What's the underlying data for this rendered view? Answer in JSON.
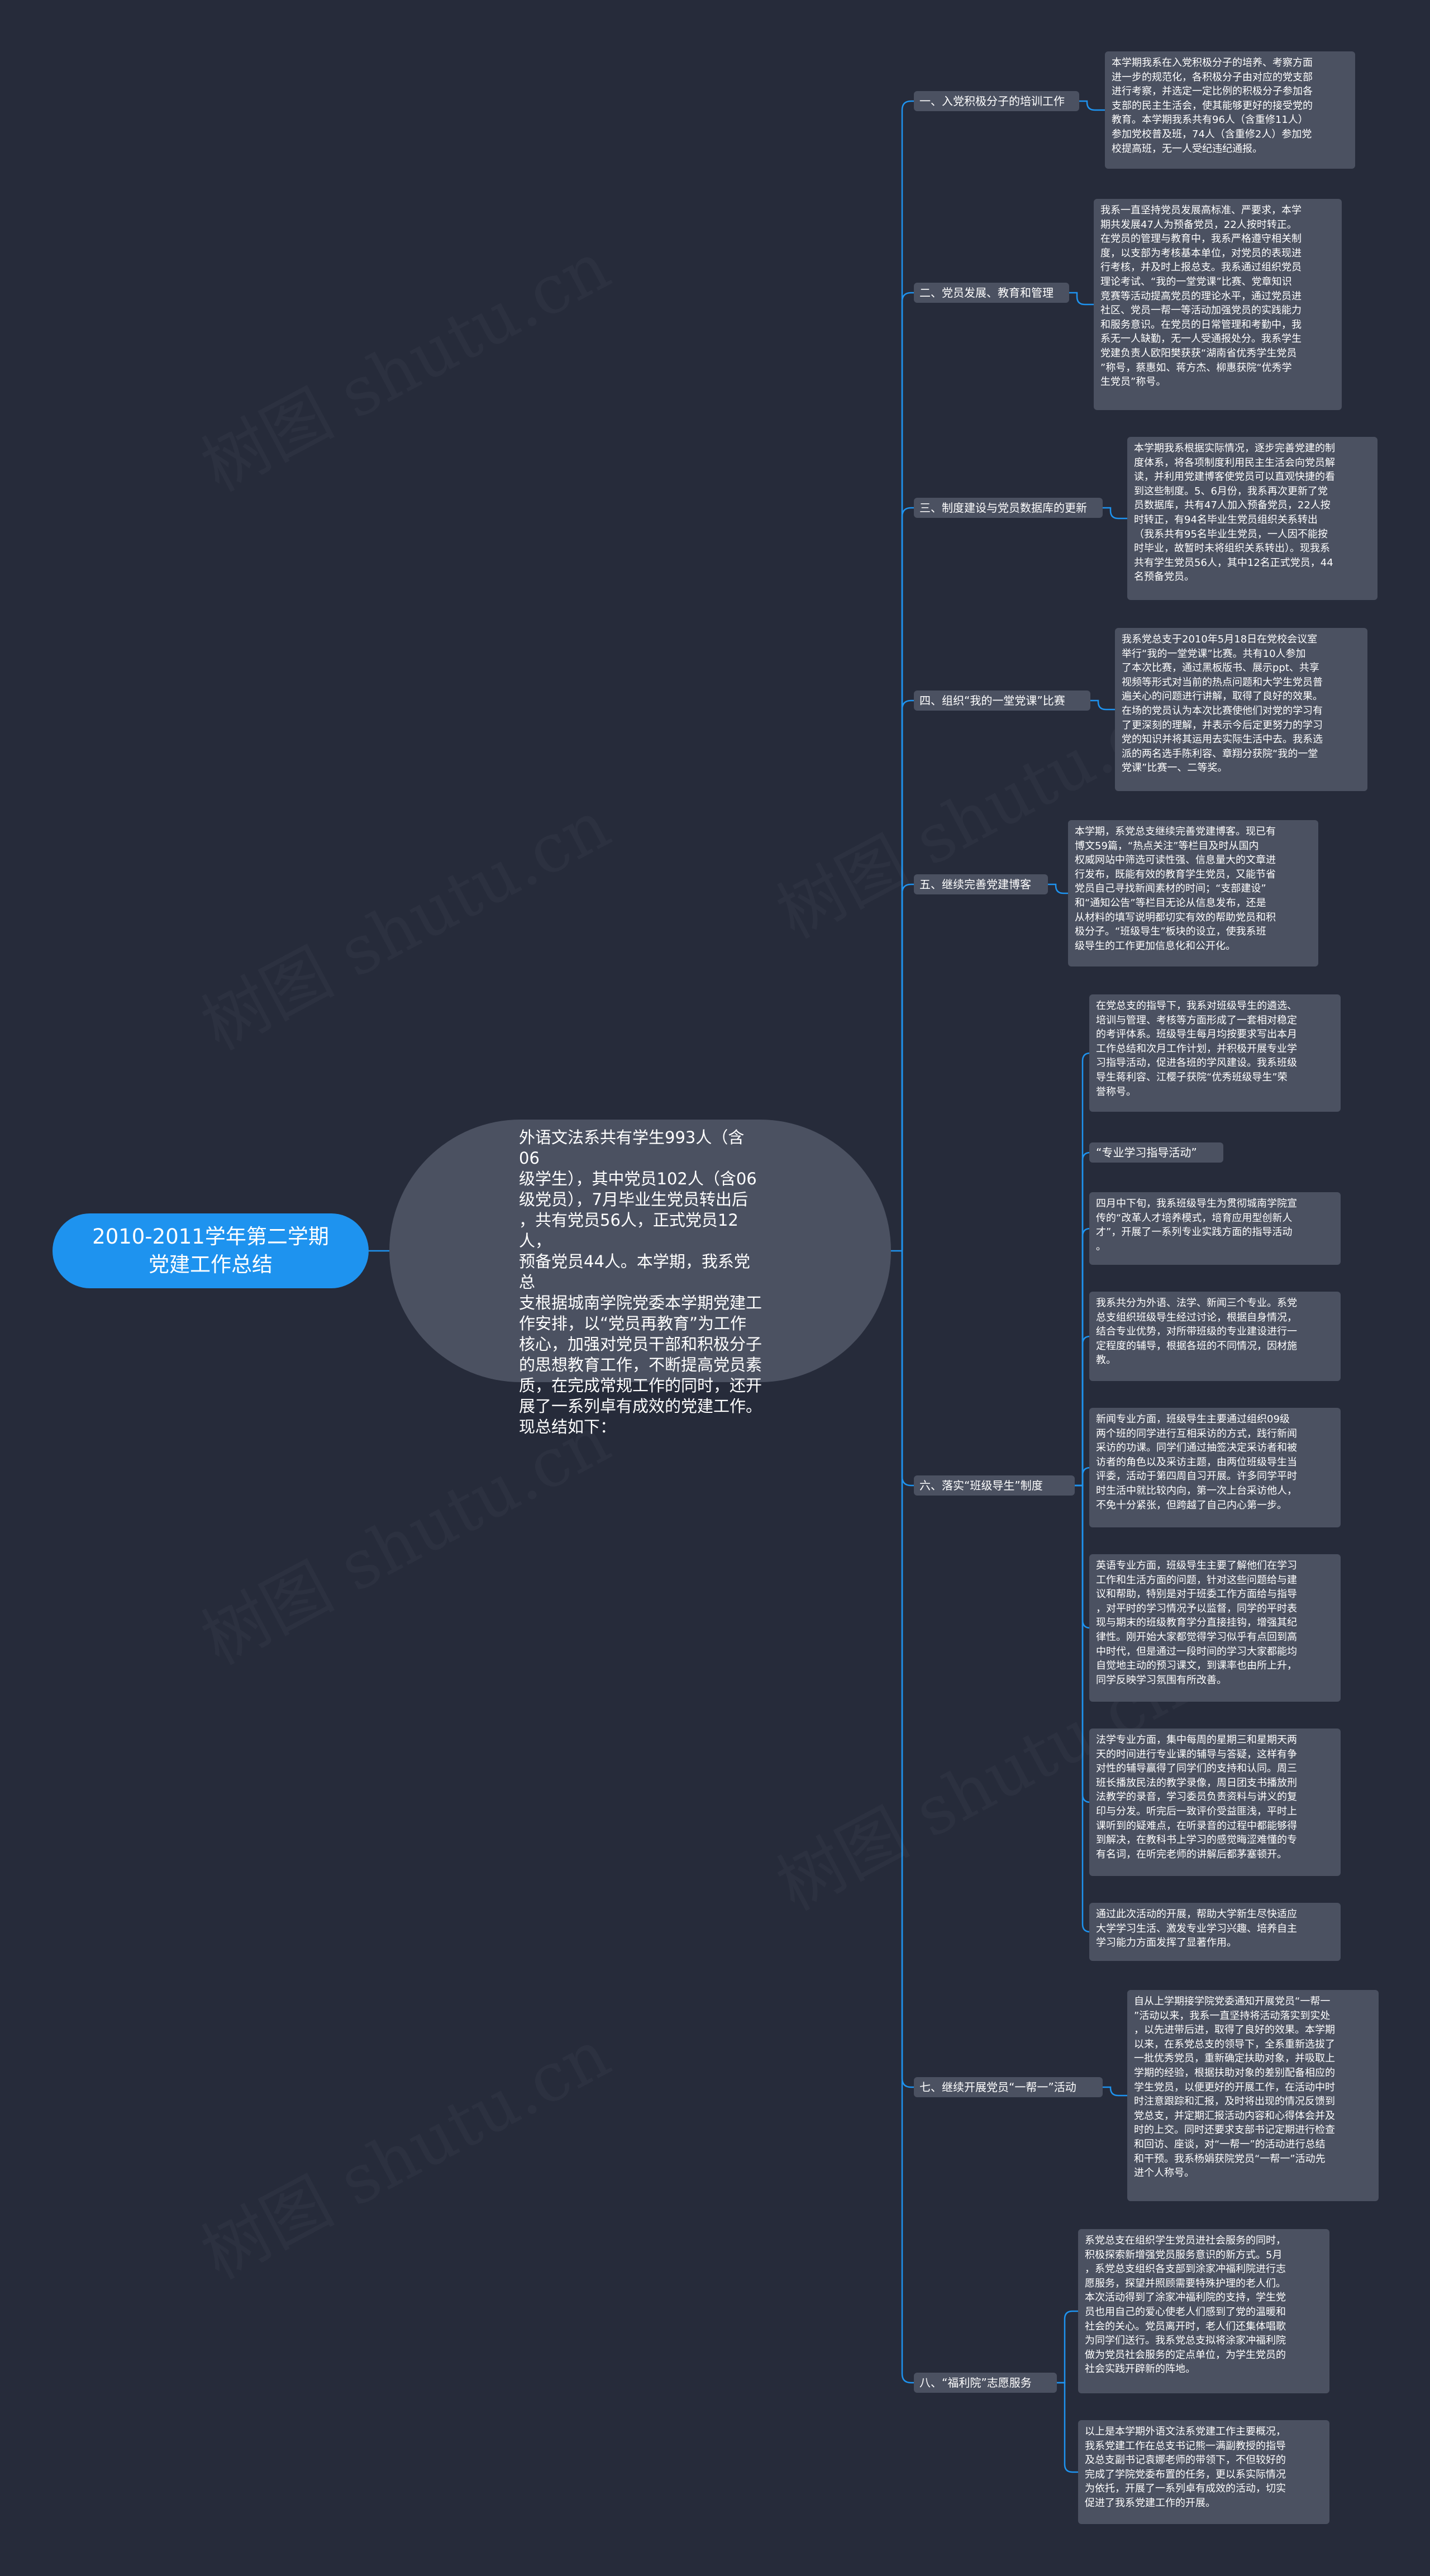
{
  "root": {
    "title": "2010-2011学年第二学期\n党建工作总结"
  },
  "center": {
    "text": "外语文法系共有学生993人（含06\n级学生），其中党员102人（含06\n级党员），7月毕业生党员转出后\n，共有党员56人，正式党员12人，\n预备党员44人。本学期，我系党总\n支根据城南学院党委本学期党建工\n作安排，以“党员再教育”为工作\n核心，加强对党员干部和积极分子\n的思想教育工作，不断提高党员素\n质，在完成常规工作的同时，还开\n展了一系列卓有成效的党建工作。\n现总结如下："
  },
  "branches": [
    {
      "label": "一、入党积极分子的培训工作",
      "leaves": [
        "本学期我系在入党积极分子的培养、考察方面\n进一步的规范化，各积极分子由对应的党支部\n进行考察，并选定一定比例的积极分子参加各\n支部的民主生活会，使其能够更好的接受党的\n教育。本学期我系共有96人（含重修11人）\n参加党校普及班，74人（含重修2人）参加党\n校提高班，无一人受纪违纪通报。"
      ]
    },
    {
      "label": "二、党员发展、教育和管理",
      "leaves": [
        "我系一直坚持党员发展高标准、严要求，本学\n期共发展47人为预备党员，22人按时转正。\n在党员的管理与教育中，我系严格遵守相关制\n度，以支部为考核基本单位，对党员的表现进\n行考核，并及时上报总支。我系通过组织党员\n理论考试、“我的一堂党课”比赛、党章知识\n竞赛等活动提高党员的理论水平，通过党员进\n社区、党员一帮一等活动加强党员的实践能力\n和服务意识。在党员的日常管理和考勤中，我\n系无一人缺勤，无一人受通报处分。我系学生\n党建负责人欧阳樊获获“湖南省优秀学生党员\n”称号，蔡惠如、蒋方杰、柳惠获院“优秀学\n生党员”称号。"
      ]
    },
    {
      "label": "三、制度建设与党员数据库的更新",
      "leaves": [
        "本学期我系根据实际情况，逐步完善党建的制\n度体系，将各项制度利用民主生活会向党员解\n读，并利用党建博客使党员可以直观快捷的看\n到这些制度。5、6月份，我系再次更新了党\n员数据库，共有47人加入预备党员，22人按\n时转正，有94名毕业生党员组织关系转出\n（我系共有95名毕业生党员，一人因不能按\n时毕业，故暂时未将组织关系转出）。现我系\n共有学生党员56人，其中12名正式党员，44\n名预备党员。"
      ]
    },
    {
      "label": "四、组织“我的一堂党课”比赛",
      "leaves": [
        "我系党总支于2010年5月18日在党校会议室\n举行“我的一堂党课”比赛。共有10人参加\n了本次比赛，通过黑板版书、展示ppt、共享\n视频等形式对当前的热点问题和大学生党员普\n遍关心的问题进行讲解，取得了良好的效果。\n在场的党员认为本次比赛使他们对党的学习有\n了更深刻的理解，并表示今后定更努力的学习\n党的知识并将其运用去实际生活中去。我系选\n派的两名选手陈利容、章翔分获院“我的一堂\n党课”比赛一、二等奖。"
      ]
    },
    {
      "label": "五、继续完善党建博客",
      "leaves": [
        "本学期，系党总支继续完善党建博客。现已有\n博文59篇，“热点关注”等栏目及时从国内\n权威网站中筛选可读性强、信息量大的文章进\n行发布，既能有效的教育学生党员，又能节省\n党员自己寻找新闻素材的时间；“支部建设”\n和“通知公告”等栏目无论从信息发布，还是\n从材料的填写说明都切实有效的帮助党员和积\n极分子。“班级导生”板块的设立，使我系班\n级导生的工作更加信息化和公开化。"
      ]
    },
    {
      "label": "六、落实“班级导生”制度",
      "leaves": [
        "在党总支的指导下，我系对班级导生的遴选、\n培训与管理、考核等方面形成了一套相对稳定\n的考评体系。班级导生每月均按要求写出本月\n工作总结和次月工作计划，并积极开展专业学\n习指导活动，促进各班的学风建设。我系班级\n导生蒋利容、江樱子获院“优秀班级导生”荣\n誉称号。",
        "“专业学习指导活动”",
        "四月中下旬，我系班级导生为贯彻城南学院宣\n传的“改革人才培养模式，培育应用型创新人\n才”，开展了一系列专业实践方面的指导活动\n。",
        "我系共分为外语、法学、新闻三个专业。系党\n总支组织班级导生经过讨论，根据自身情况，\n结合专业优势，对所带班级的专业建设进行一\n定程度的辅导，根据各班的不同情况，因材施\n教。",
        "新闻专业方面，班级导生主要通过组织09级\n两个班的同学进行互相采访的方式，践行新闻\n采访的功课。同学们通过抽签决定采访者和被\n访者的角色以及采访主题，由两位班级导生当\n评委，活动于第四周自习开展。许多同学平时\n时生活中就比较内向，第一次上台采访他人，\n不免十分紧张，但跨越了自己内心第一步。",
        "英语专业方面，班级导生主要了解他们在学习\n工作和生活方面的问题，针对这些问题给与建\n议和帮助，特别是对于班委工作方面给与指导\n，对平时的学习情况予以监督，同学的平时表\n现与期末的班级教育学分直接挂钩，增强其纪\n律性。刚开始大家都觉得学习似乎有点回到高\n中时代，但是通过一段时间的学习大家都能均\n自觉地主动的预习课文，到课率也由所上升，\n同学反映学习氛围有所改善。",
        "法学专业方面，集中每周的星期三和星期天两\n天的时间进行专业课的辅导与答疑，这样有争\n对性的辅导赢得了同学们的支持和认同。周三\n班长播放民法的教学录像，周日团支书播放刑\n法教学的录音，学习委员负责资料与讲义的复\n印与分发。听完后一致评价受益匪浅，平时上\n课听到的疑难点，在听录音的过程中都能够得\n到解决，在教科书上学习的感觉晦涩难懂的专\n有名词，在听完老师的讲解后都茅塞顿开。",
        "通过此次活动的开展，帮助大学新生尽快适应\n大学学习生活、激发专业学习兴趣、培养自主\n学习能力方面发挥了显著作用。"
      ]
    },
    {
      "label": "七、继续开展党员“一帮一”活动",
      "leaves": [
        "自从上学期接学院党委通知开展党员“一帮一\n”活动以来，我系一直坚持将活动落实到实处\n，以先进带后进，取得了良好的效果。本学期\n以来，在系党总支的领导下，全系重新选拔了\n一批优秀党员，重新确定扶助对象，并吸取上\n学期的经验，根据扶助对象的差别配备相应的\n学生党员，以便更好的开展工作，在活动中时\n时注意跟踪和汇报，及时将出现的情况反馈到\n党总支，并定期汇报活动内容和心得体会并及\n时的上交。同时还要求支部书记定期进行检查\n和回访、座谈，对“一帮一”的活动进行总结\n和干预。我系杨娟获院党员“一帮一”活动先\n进个人称号。"
      ]
    },
    {
      "label": "八、“福利院”志愿服务",
      "leaves": [
        "系党总支在组织学生党员进社会服务的同时，\n积极探索新增强党员服务意识的新方式。5月\n，系党总支组织各支部到涂家冲福利院进行志\n愿服务，探望并照顾需要特殊护理的老人们。\n本次活动得到了涂家冲福利院的支持，学生党\n员也用自己的爱心使老人们感到了党的温暖和\n社会的关心。党员离开时，老人们还集体唱歌\n为同学们送行。我系党总支拟将涂家冲福利院\n做为党员社会服务的定点单位，为学生党员的\n社会实践开辟新的阵地。",
        "以上是本学期外语文法系党建工作主要概况，\n我系党建工作在总支书记熊一满副教授的指导\n及总支副书记袁娜老师的带领下，不但较好的\n完成了学院党委布置的任务，更以系实际情况\n为依托，开展了一系列卓有成效的活动，切实\n促进了我系党建工作的开展。"
      ]
    }
  ],
  "watermark": "树图 shutu.cn",
  "colors": {
    "background": "#262b3a",
    "root": "#1e93ef",
    "node": "#4b5161",
    "link": "#1e93ef",
    "text": "#ffffff"
  }
}
